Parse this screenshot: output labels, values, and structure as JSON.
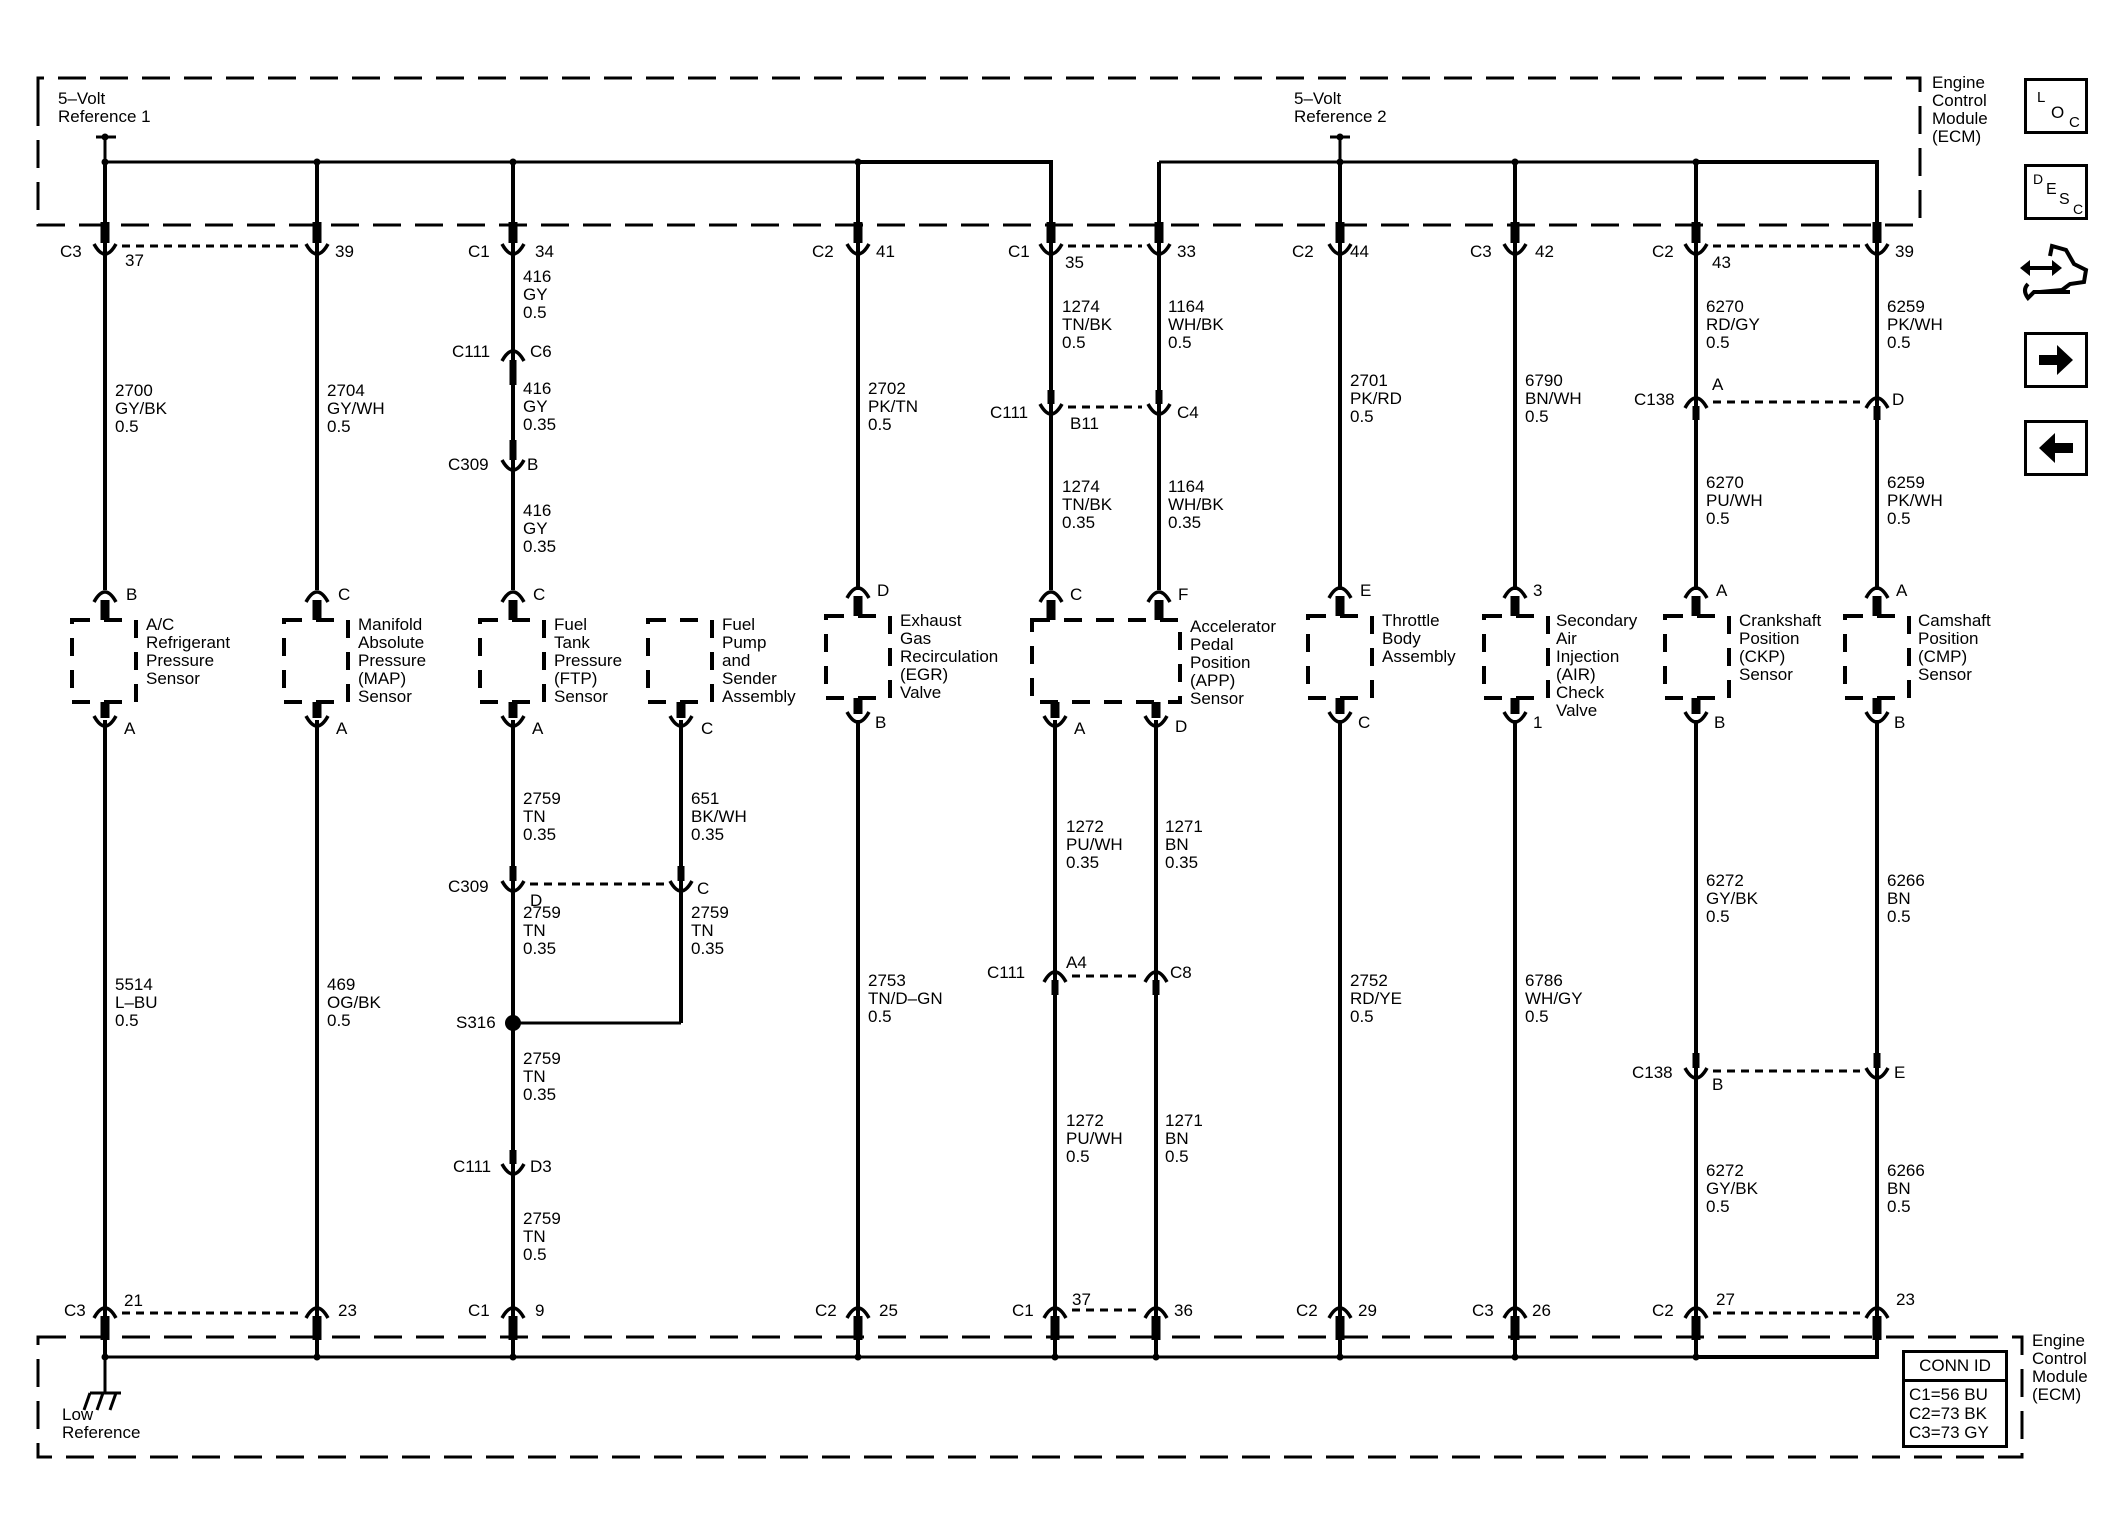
{
  "ecm": {
    "top_label": "Engine\nControl\nModule\n(ECM)",
    "bottom_label": "Engine\nControl\nModule\n(ECM)",
    "ref1_label": "5–Volt\nReference 1",
    "ref2_label": "5–Volt\nReference 2",
    "low_ref_label": "Low\nReference",
    "conn_id": {
      "header": "CONN ID",
      "rows": [
        "C1=56 BU",
        "C2=73 BK",
        "C3=73 GY"
      ]
    }
  },
  "nav_icons": {
    "loc": {
      "name": "location-icon",
      "text": "LOC"
    },
    "desc": {
      "name": "description-icon",
      "text": "DESC"
    },
    "harness": {
      "name": "connector-harness-icon"
    },
    "next": {
      "name": "next-arrow-icon"
    },
    "prev": {
      "name": "previous-arrow-icon"
    }
  },
  "top_connectors": [
    {
      "conn": "C3",
      "pin": "37"
    },
    {
      "conn": "",
      "pin": "39"
    },
    {
      "conn": "C1",
      "pin": "34"
    },
    {
      "conn": "C2",
      "pin": "41"
    },
    {
      "conn": "C1",
      "pin": "35"
    },
    {
      "conn": "",
      "pin": "33"
    },
    {
      "conn": "C2",
      "pin": "44"
    },
    {
      "conn": "C3",
      "pin": "42"
    },
    {
      "conn": "C2",
      "pin": "43"
    },
    {
      "conn": "",
      "pin": "39"
    }
  ],
  "bottom_connectors": [
    {
      "conn": "C3",
      "pin": "21"
    },
    {
      "conn": "",
      "pin": "23"
    },
    {
      "conn": "C1",
      "pin": "9"
    },
    {
      "conn": "C2",
      "pin": "25"
    },
    {
      "conn": "C1",
      "pin": "37"
    },
    {
      "conn": "",
      "pin": "36"
    },
    {
      "conn": "C2",
      "pin": "29"
    },
    {
      "conn": "C3",
      "pin": "26"
    },
    {
      "conn": "C2",
      "pin": "27"
    },
    {
      "conn": "",
      "pin": "23"
    }
  ],
  "components": [
    {
      "name": "A/C\nRefrigerant\nPressure\nSensor",
      "top_pin": "B",
      "bottom_pin": "A"
    },
    {
      "name": "Manifold\nAbsolute\nPressure\n(MAP)\nSensor",
      "top_pin": "C",
      "bottom_pin": "A"
    },
    {
      "name": "Fuel\nTank\nPressure\n(FTP)\nSensor",
      "top_pin": "C",
      "bottom_pin": "A"
    },
    {
      "name": "Fuel\nPump\nand\nSender\nAssembly",
      "bottom_pin": "C"
    },
    {
      "name": "Exhaust\nGas\nRecirculation\n(EGR)\nValve",
      "top_pin": "D",
      "bottom_pin": "B"
    },
    {
      "name": "Accelerator\nPedal\nPosition\n(APP)\nSensor",
      "top_pins": [
        "C",
        "F"
      ],
      "bottom_pins": [
        "A",
        "D"
      ]
    },
    {
      "name": "Throttle\nBody\nAssembly",
      "top_pin": "E",
      "bottom_pin": "C"
    },
    {
      "name": "Secondary\nAir\nInjection\n(AIR)\nCheck\nValve",
      "top_pin": "3",
      "bottom_pin": "1"
    },
    {
      "name": "Crankshaft\nPosition\n(CKP)\nSensor",
      "top_pin": "A",
      "bottom_pin": "B"
    },
    {
      "name": "Camshaft\nPosition\n(CMP)\nSensor",
      "top_pin": "A",
      "bottom_pin": "B"
    }
  ],
  "inline_connectors": {
    "c111_c6": {
      "conn": "C111",
      "pin": "C6"
    },
    "c309_b": {
      "conn": "C309",
      "pin": "B"
    },
    "c111_b11": {
      "conn": "C111",
      "pin": "B11"
    },
    "c111_c4": {
      "pin": "C4"
    },
    "c138_a": {
      "conn": "C138",
      "pin": "A"
    },
    "c138_d": {
      "pin": "D"
    },
    "c309_d": {
      "conn": "C309",
      "pin": "D"
    },
    "c309_c": {
      "pin": "C"
    },
    "s316": {
      "label": "S316"
    },
    "c111_d3": {
      "conn": "C111",
      "pin": "D3"
    },
    "c111_a4": {
      "conn": "C111",
      "pin": "A4"
    },
    "c111_c8": {
      "pin": "C8"
    },
    "c138_b": {
      "conn": "C138",
      "pin": "B"
    },
    "c138_e": {
      "pin": "E"
    }
  },
  "wires": {
    "w2700": "2700\nGY/BK\n0.5",
    "w2704": "2704\nGY/WH\n0.5",
    "w416a": "416\nGY\n0.5",
    "w416b": "416\nGY\n0.35",
    "w416c": "416\nGY\n0.35",
    "w2702": "2702\nPK/TN\n0.5",
    "w1274a": "1274\nTN/BK\n0.5",
    "w1164a": "1164\nWH/BK\n0.5",
    "w1274b": "1274\nTN/BK\n0.35",
    "w1164b": "1164\nWH/BK\n0.35",
    "w2701": "2701\nPK/RD\n0.5",
    "w6790": "6790\nBN/WH\n0.5",
    "w6270a": "6270\nRD/GY\n0.5",
    "w6259a": "6259\nPK/WH\n0.5",
    "w6270b": "6270\nPU/WH\n0.5",
    "w6259b": "6259\nPK/WH\n0.5",
    "w5514": "5514\nL–BU\n0.5",
    "w469": "469\nOG/BK\n0.5",
    "w2759a": "2759\nTN\n0.35",
    "w651": "651\nBK/WH\n0.35",
    "w2759b": "2759\nTN\n0.35",
    "w2759c": "2759\nTN\n0.35",
    "w2759d": "2759\nTN\n0.35",
    "w2759e": "2759\nTN\n0.5",
    "w2753": "2753\nTN/D–GN\n0.5",
    "w1272a": "1272\nPU/WH\n0.35",
    "w1271a": "1271\nBN\n0.35",
    "w1272b": "1272\nPU/WH\n0.5",
    "w1271b": "1271\nBN\n0.5",
    "w2752": "2752\nRD/YE\n0.5",
    "w6786": "6786\nWH/GY\n0.5",
    "w6272a": "6272\nGY/BK\n0.5",
    "w6266a": "6266\nBN\n0.5",
    "w6272b": "6272\nGY/BK\n0.5",
    "w6266b": "6266\nBN\n0.5"
  }
}
